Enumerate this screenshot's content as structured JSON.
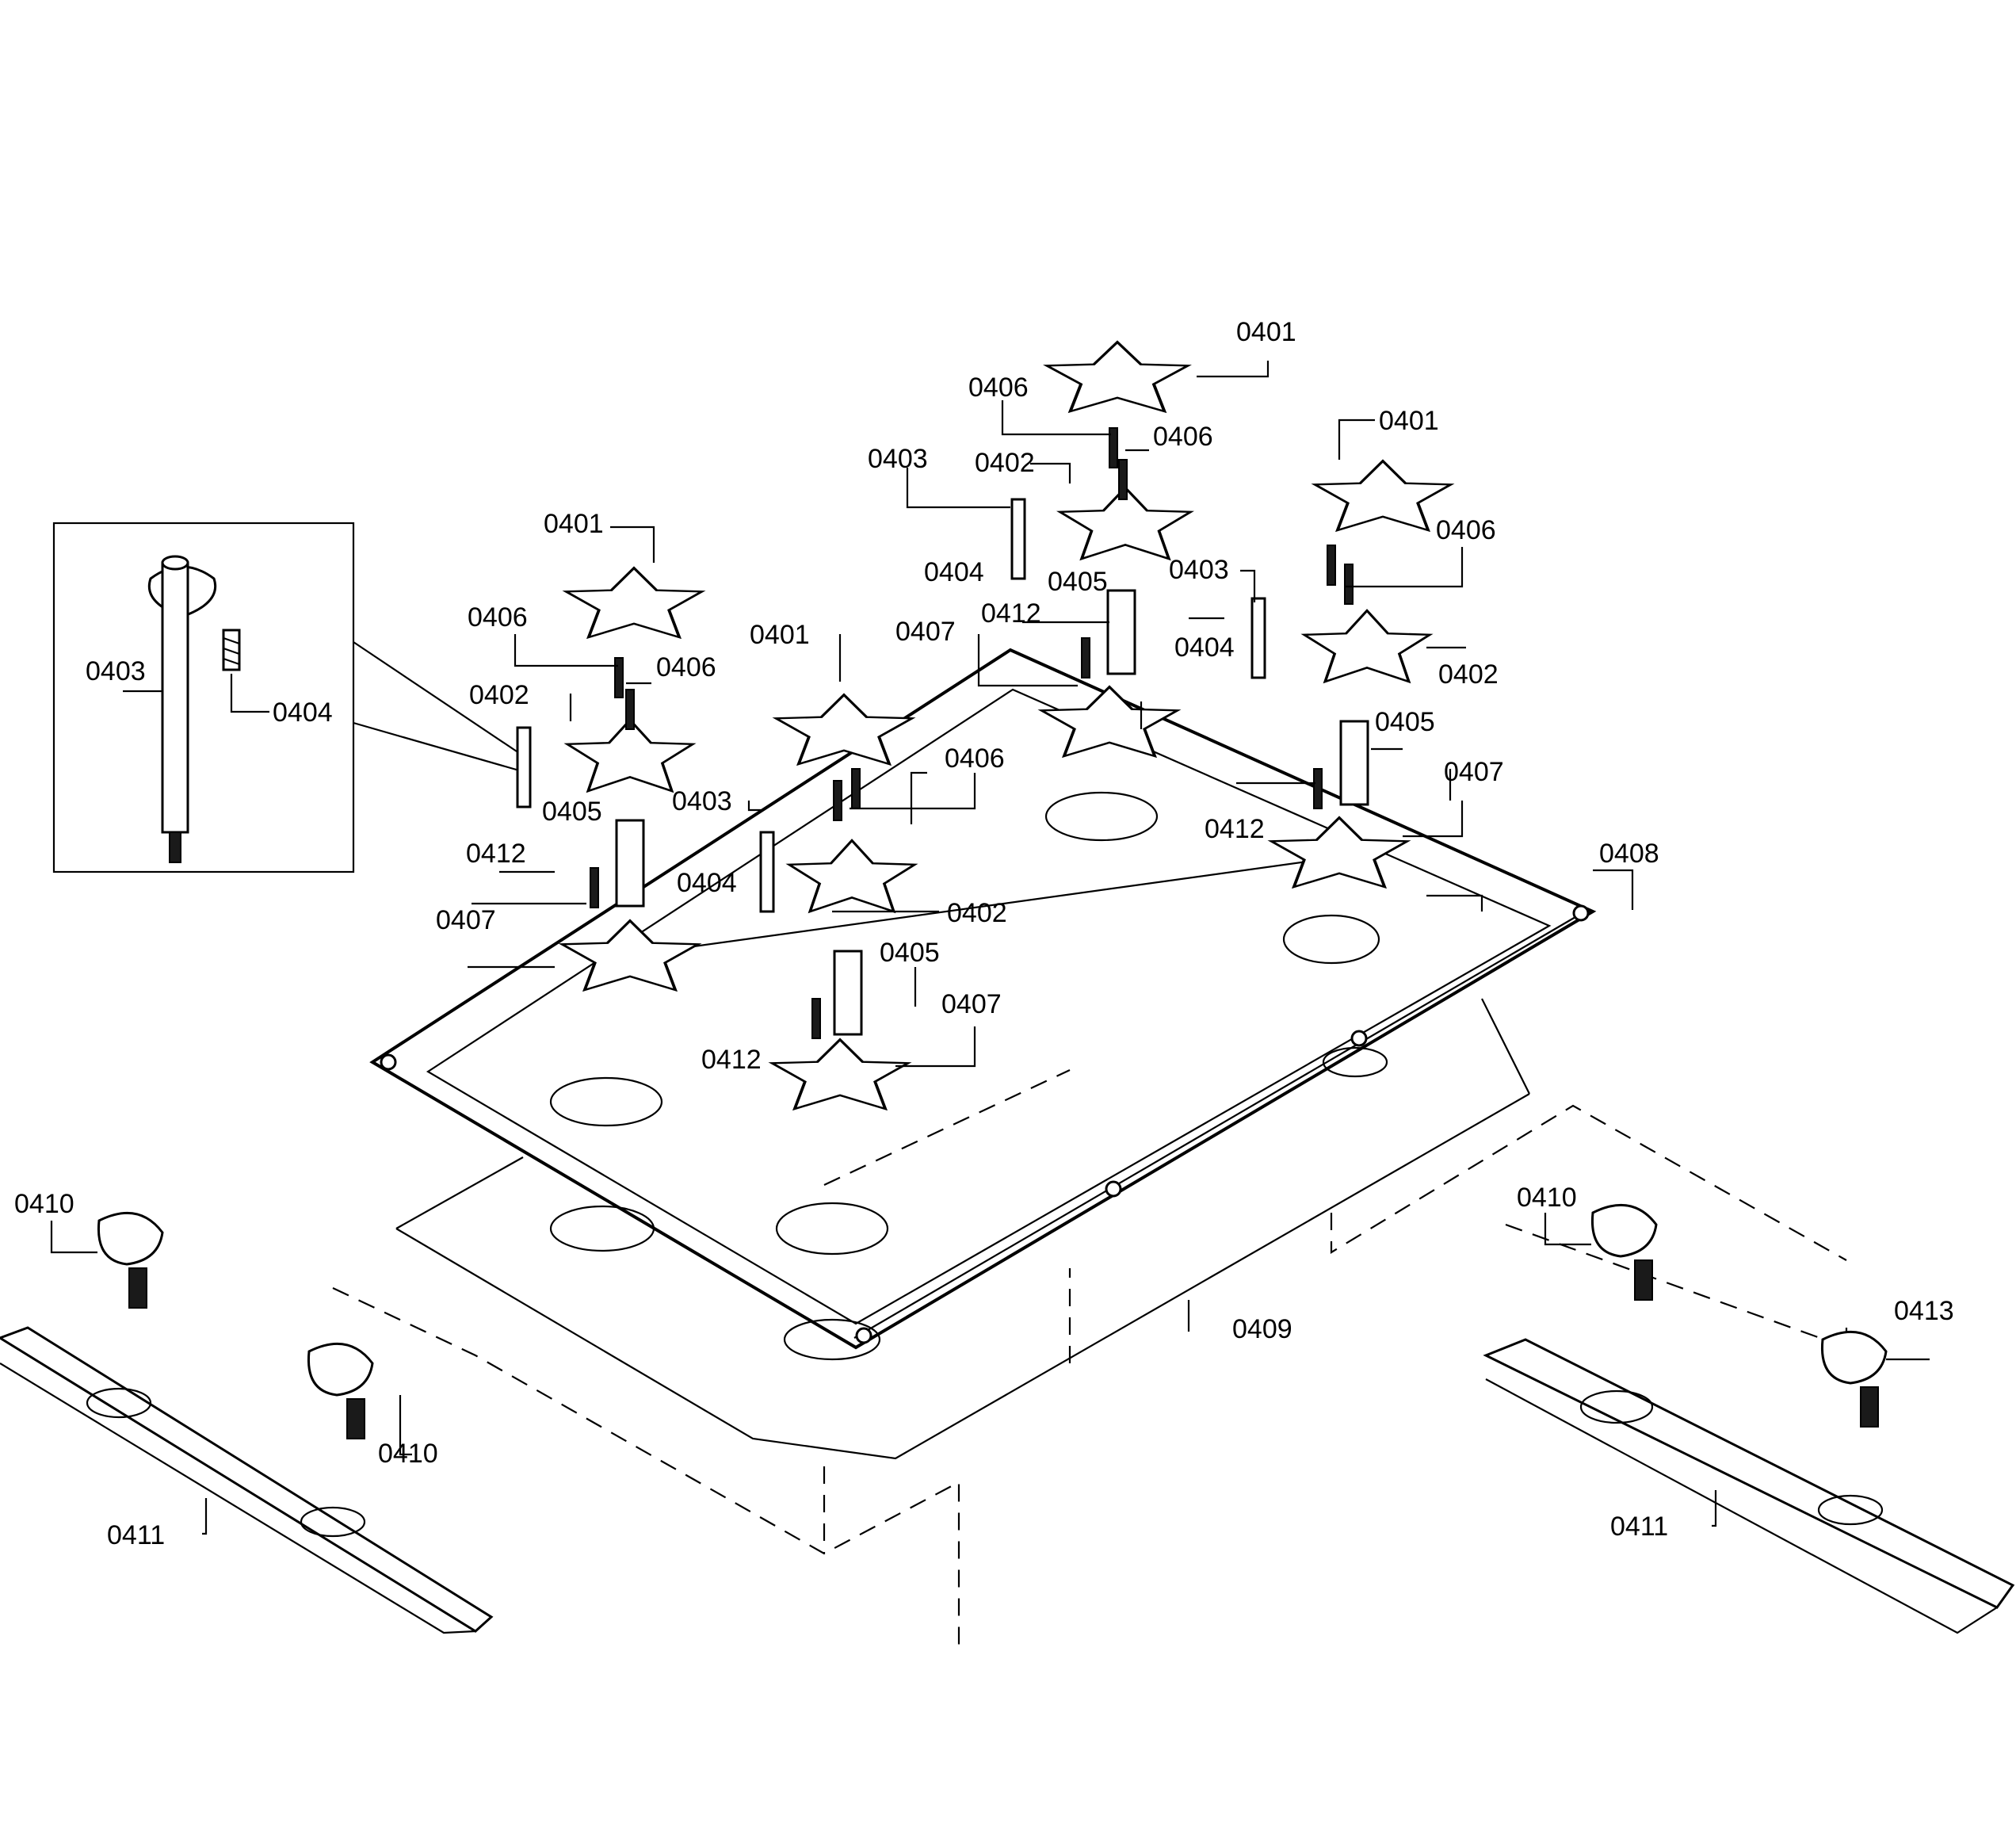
{
  "labels": {
    "l0401_top": "0401",
    "l0401_right": "0401",
    "l0401_left": "0401",
    "l0401_mid": "0401",
    "l0406_a": "0406",
    "l0406_b": "0406",
    "l0406_c": "0406",
    "l0406_d": "0406",
    "l0406_e": "0406",
    "l0406_f": "0406",
    "l0402_a": "0402",
    "l0402_b": "0402",
    "l0402_c": "0402",
    "l0402_d": "0402",
    "l0403_a": "0403",
    "l0403_b": "0403",
    "l0403_c": "0403",
    "l0403_inset": "0403",
    "l0404_a": "0404",
    "l0404_b": "0404",
    "l0404_c": "0404",
    "l0404_inset": "0404",
    "l0405_a": "0405",
    "l0405_b": "0405",
    "l0405_c": "0405",
    "l0405_d": "0405",
    "l0412_a": "0412",
    "l0412_b": "0412",
    "l0412_c": "0412",
    "l0412_d": "0412",
    "l0407_a": "0407",
    "l0407_b": "0407",
    "l0407_c": "0407",
    "l0407_d": "0407",
    "l0408": "0408",
    "l0409": "0409",
    "l0410_a": "0410",
    "l0410_b": "0410",
    "l0410_c": "0410",
    "l0411_a": "0411",
    "l0411_b": "0411",
    "l0413": "0413"
  }
}
